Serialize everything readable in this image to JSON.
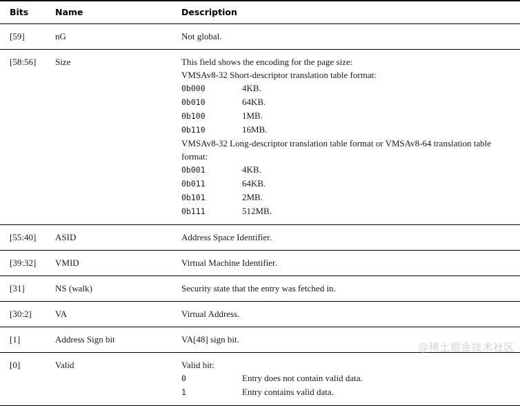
{
  "table": {
    "columns": [
      "Bits",
      "Name",
      "Description"
    ],
    "rows": [
      {
        "bits": "[59]",
        "name": "nG",
        "desc_lines": [
          "Not global."
        ],
        "enums": []
      },
      {
        "bits": "[58:56]",
        "name": "Size",
        "desc_lines": [
          "This field shows the encoding for the page size:",
          "VMSAv8-32 Short-descriptor translation table format:"
        ],
        "enums": [
          {
            "code": "0b000",
            "value": "4KB."
          },
          {
            "code": "0b010",
            "value": "64KB."
          },
          {
            "code": "0b100",
            "value": "1MB."
          },
          {
            "code": "0b110",
            "value": "16MB."
          }
        ],
        "desc_lines_2": [
          "VMSAv8-32 Long-descriptor translation table format or VMSAv8-64 translation table format:"
        ],
        "enums_2": [
          {
            "code": "0b001",
            "value": "4KB."
          },
          {
            "code": "0b011",
            "value": "64KB."
          },
          {
            "code": "0b101",
            "value": "2MB."
          },
          {
            "code": "0b111",
            "value": "512MB."
          }
        ]
      },
      {
        "bits": "[55:40]",
        "name": "ASID",
        "desc_lines": [
          "Address Space Identifier."
        ],
        "enums": []
      },
      {
        "bits": "[39:32]",
        "name": "VMID",
        "desc_lines": [
          "Virtual Machine Identifier."
        ],
        "enums": []
      },
      {
        "bits": "[31]",
        "name": "NS (walk)",
        "desc_lines": [
          "Security state that the entry was fetched in."
        ],
        "enums": []
      },
      {
        "bits": "[30:2]",
        "name": "VA",
        "desc_lines": [
          "Virtual Address."
        ],
        "enums": []
      },
      {
        "bits": "[1]",
        "name": "Address Sign bit",
        "desc_lines": [
          "VA[48] sign bit."
        ],
        "enums": []
      },
      {
        "bits": "[0]",
        "name": "Valid",
        "desc_lines": [
          "Valid bit:"
        ],
        "enums": [
          {
            "code": "0",
            "value": "Entry does not contain valid data."
          },
          {
            "code": "1",
            "value": "Entry contains valid data."
          }
        ]
      }
    ]
  },
  "watermark": {
    "text": "@稀土掘金技术社区",
    "color": "#d2d2d2"
  },
  "colors": {
    "text": "#1a1a1a",
    "rule": "#000000",
    "background": "#ffffff"
  }
}
